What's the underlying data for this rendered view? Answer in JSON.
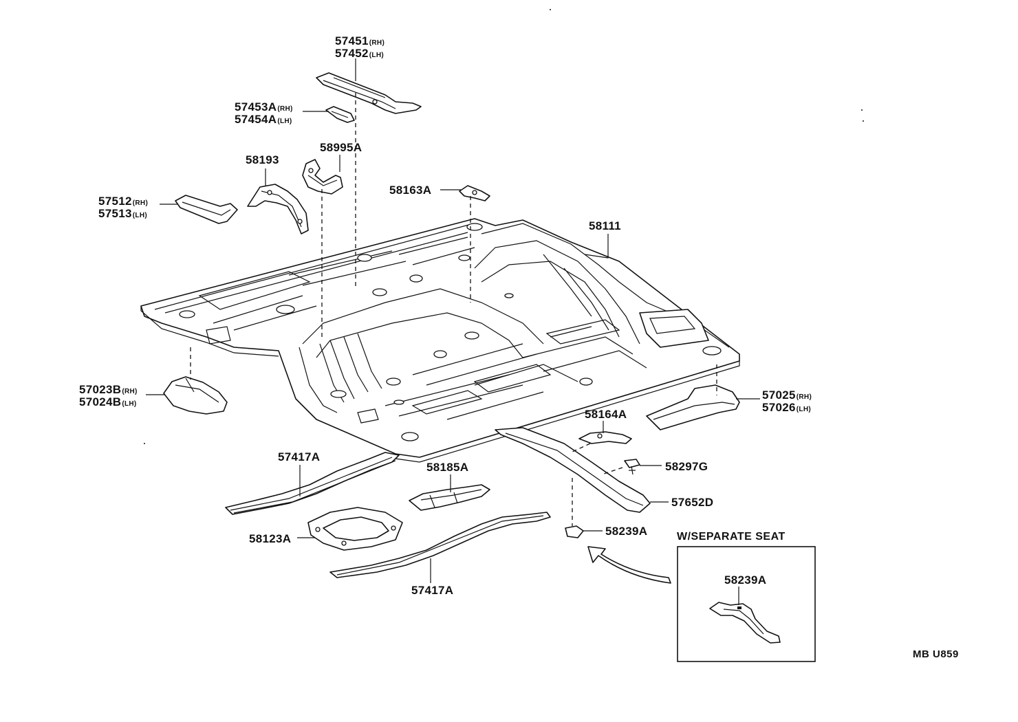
{
  "labels": {
    "p57451": {
      "part": "57451",
      "side": "(RH)"
    },
    "p57452": {
      "part": "57452",
      "side": "(LH)"
    },
    "p57453A": {
      "part": "57453A",
      "side": "(RH)"
    },
    "p57454A": {
      "part": "57454A",
      "side": "(LH)"
    },
    "p58995A": "58995A",
    "p58193": "58193",
    "p57512": {
      "part": "57512",
      "side": "(RH)"
    },
    "p57513": {
      "part": "57513",
      "side": "(LH)"
    },
    "p58163A": "58163A",
    "p58111": "58111",
    "p57023B": {
      "part": "57023B",
      "side": "(RH)"
    },
    "p57024B": {
      "part": "57024B",
      "side": "(LH)"
    },
    "p57025": {
      "part": "57025",
      "side": "(RH)"
    },
    "p57026": {
      "part": "57026",
      "side": "(LH)"
    },
    "p58164A": "58164A",
    "p57417A_top": "57417A",
    "p58185A": "58185A",
    "p58297G": "58297G",
    "p57652D": "57652D",
    "p58239A": "58239A",
    "p58123A": "58123A",
    "p57417A_bottom": "57417A"
  },
  "inset": {
    "title": "W/SEPARATE SEAT",
    "part": "58239A"
  },
  "diagram_code": "MB U859"
}
